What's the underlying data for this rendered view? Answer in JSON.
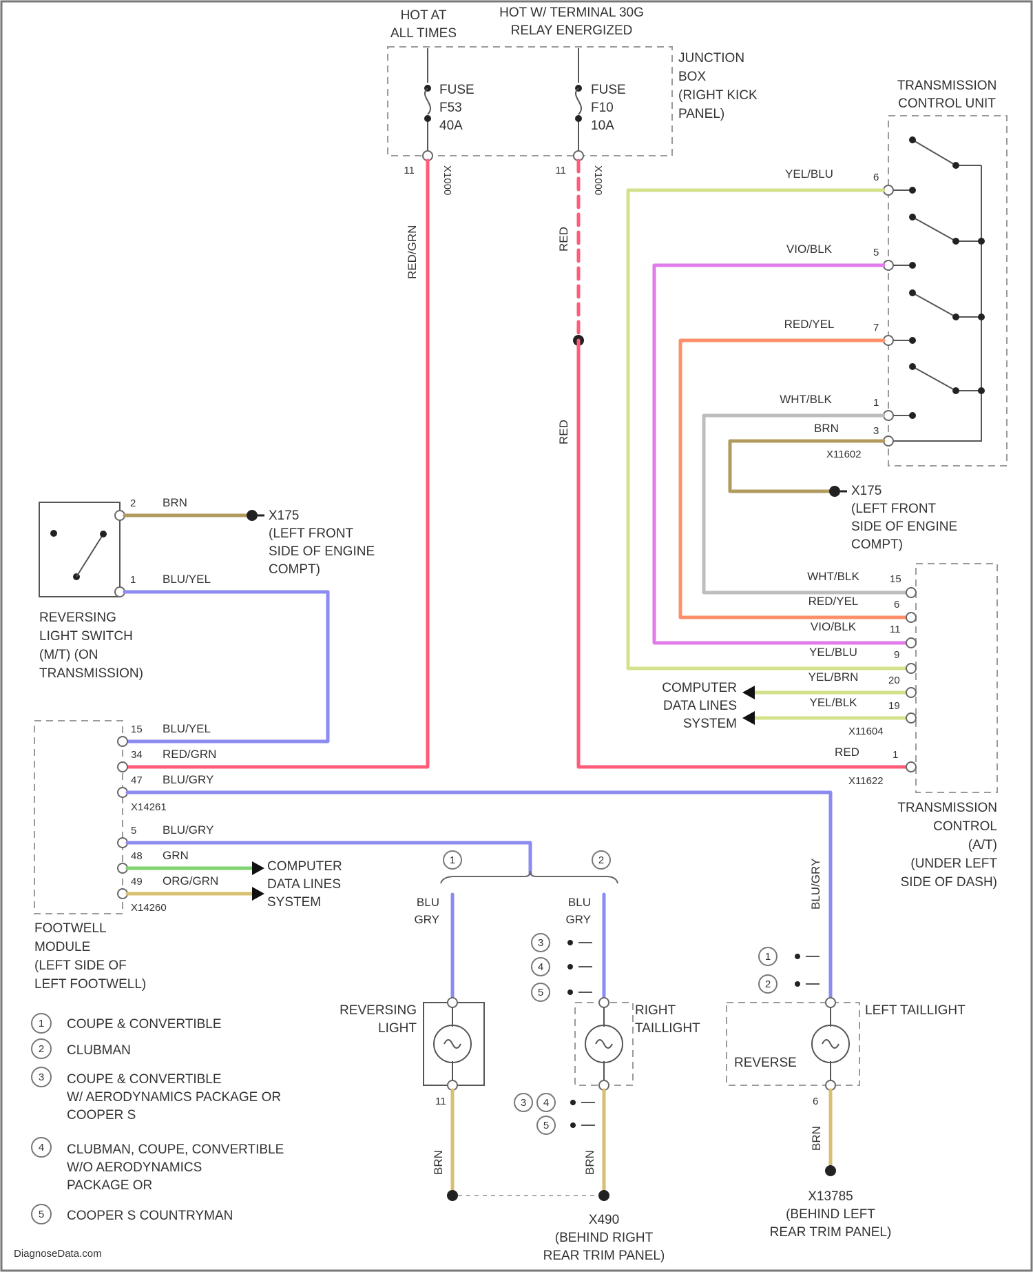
{
  "header": {
    "hot_at_all_times": [
      "HOT AT",
      "ALL TIMES"
    ],
    "hot_relay": [
      "HOT W/ TERMINAL 30G",
      "RELAY ENERGIZED"
    ]
  },
  "junction_box": {
    "label": [
      "JUNCTION",
      "BOX",
      "(RIGHT KICK",
      "PANEL)"
    ],
    "fuse_left": [
      "FUSE",
      "F53",
      "40A"
    ],
    "fuse_right": [
      "FUSE",
      "F10",
      "10A"
    ],
    "conn_left": "X1000",
    "conn_right": "X1000",
    "pin_left": "11",
    "pin_right": "11"
  },
  "tcu": {
    "label": [
      "TRANSMISSION",
      "CONTROL UNIT"
    ],
    "conn_top": "X11602",
    "conn_ground": "X175",
    "ground_desc": [
      "(LEFT FRONT",
      "SIDE OF ENGINE",
      "COMPT)"
    ],
    "pins": [
      {
        "wire": "YEL/BLU",
        "pin": "6"
      },
      {
        "wire": "VIO/BLK",
        "pin": "5"
      },
      {
        "wire": "RED/YEL",
        "pin": "7"
      },
      {
        "wire": "WHT/BLK",
        "pin": "1"
      },
      {
        "wire": "BRN",
        "pin": "3"
      }
    ]
  },
  "wire_labels": {
    "red_grn": "RED/GRN",
    "red_upper": "RED",
    "red_lower": "RED",
    "blu_gry_vert": "BLU/GRY"
  },
  "reversing_switch": {
    "label": [
      "REVERSING",
      "LIGHT SWITCH",
      "(M/T) (ON",
      "TRANSMISSION)"
    ],
    "pin2_wire": "BRN",
    "pin2": "2",
    "pin1_wire": "BLU/YEL",
    "pin1": "1",
    "ground": "X175",
    "ground_desc": [
      "(LEFT FRONT",
      "SIDE OF ENGINE",
      "COMPT)"
    ]
  },
  "tcu_at": {
    "label": [
      "TRANSMISSION",
      "CONTROL",
      "(A/T)",
      "(UNDER LEFT",
      "SIDE OF DASH)"
    ],
    "rows": [
      {
        "wire": "WHT/BLK",
        "pin": "15"
      },
      {
        "wire": "RED/YEL",
        "pin": "6"
      },
      {
        "wire": "VIO/BLK",
        "pin": "11"
      },
      {
        "wire": "YEL/BLU",
        "pin": "9"
      },
      {
        "wire": "YEL/BRN",
        "pin": "20"
      },
      {
        "wire": "YEL/BLK",
        "pin": "19"
      }
    ],
    "computer_data": [
      "COMPUTER",
      "DATA LINES",
      "SYSTEM"
    ],
    "conn_1": "X11604",
    "red_wire": "RED",
    "red_pin": "1",
    "conn_2": "X11622"
  },
  "footwell": {
    "label": [
      "FOOTWELL",
      "MODULE",
      "(LEFT SIDE OF",
      "LEFT FOOTWELL)"
    ],
    "rows_1": [
      {
        "pin": "15",
        "wire": "BLU/YEL"
      },
      {
        "pin": "34",
        "wire": "RED/GRN"
      },
      {
        "pin": "47",
        "wire": "BLU/GRY"
      }
    ],
    "conn_1": "X14261",
    "rows_2": [
      {
        "pin": "5",
        "wire": "BLU/GRY"
      },
      {
        "pin": "48",
        "wire": "GRN"
      },
      {
        "pin": "49",
        "wire": "ORG/GRN"
      }
    ],
    "conn_2": "X14260",
    "computer_data": [
      "COMPUTER",
      "DATA LINES",
      "SYSTEM"
    ]
  },
  "lights": {
    "reversing": {
      "label": [
        "REVERSING",
        "LIGHT"
      ],
      "wire_top": [
        "BLU",
        "GRY"
      ],
      "wire_bottom": "BRN",
      "pin_bottom": "11"
    },
    "right_taillight": {
      "label": [
        "RIGHT",
        "TAILLIGHT"
      ],
      "wire_top": [
        "BLU",
        "GRY"
      ],
      "wire_bottom": "BRN"
    },
    "left_taillight": {
      "label": "LEFT TAILLIGHT",
      "inner": "REVERSE",
      "wire_bottom": "BRN",
      "pin_bottom": "6"
    },
    "ground_right": {
      "name": "X490",
      "desc": [
        "(BEHIND RIGHT",
        "REAR TRIM PANEL)"
      ]
    },
    "ground_left": {
      "name": "X13785",
      "desc": [
        "(BEHIND LEFT",
        "REAR TRIM PANEL)"
      ]
    }
  },
  "legend": [
    {
      "marker": "1",
      "text": [
        "COUPE & CONVERTIBLE"
      ]
    },
    {
      "marker": "2",
      "text": [
        "CLUBMAN"
      ]
    },
    {
      "marker": "3",
      "text": [
        "COUPE & CONVERTIBLE",
        "W/ AERODYNAMICS PACKAGE OR",
        "COOPER S"
      ]
    },
    {
      "marker": "4",
      "text": [
        "CLUBMAN, COUPE, CONVERTIBLE",
        "W/O AERODYNAMICS",
        "PACKAGE OR"
      ]
    },
    {
      "marker": "5",
      "text": [
        "COOPER S COUNTRYMAN"
      ]
    }
  ],
  "footer": "DiagnoseData.com",
  "colors": {
    "red": "#ff5c7a",
    "blue": "#8b8bf0",
    "yellow_green": "#d4e08a",
    "violet": "#e27bea",
    "orange_red": "#ff8f6b",
    "gray": "#bdbdbd",
    "brown": "#b09a5e",
    "green": "#7ed36f",
    "orange_green": "#d8c070"
  },
  "icons": [
    "switch-icon",
    "bulb-icon",
    "fuse-icon",
    "ground-icon",
    "arrow-icon"
  ]
}
